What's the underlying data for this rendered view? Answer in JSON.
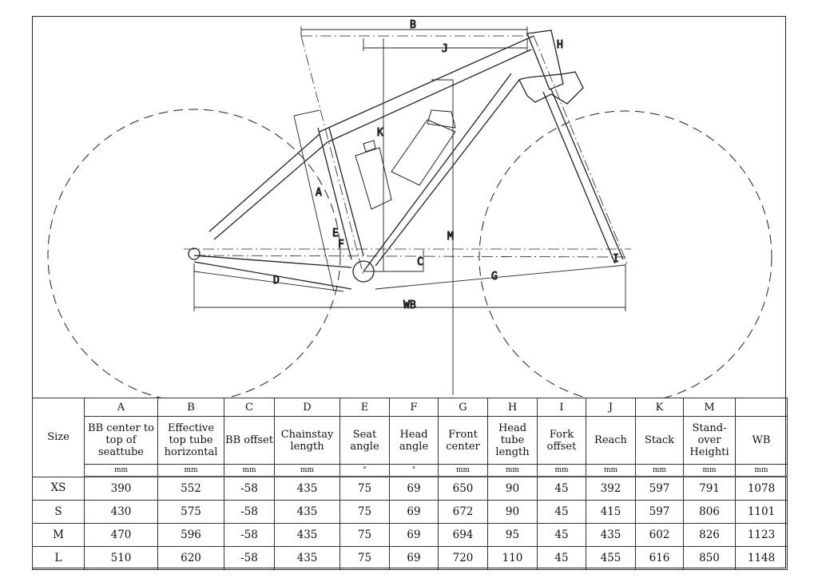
{
  "drawing": {
    "dimension_labels": {
      "A": "A",
      "B": "B",
      "C": "C",
      "D": "D",
      "E": "E",
      "F": "F",
      "G": "G",
      "H": "H",
      "I": "I",
      "J": "J",
      "K": "K",
      "M": "M",
      "WB": "WB"
    }
  },
  "table": {
    "size_header": "Size",
    "columns": [
      {
        "letter": "A",
        "desc": "BB center to top of seattube",
        "unit": "mm"
      },
      {
        "letter": "B",
        "desc": "Effective top tube horizontal",
        "unit": "mm"
      },
      {
        "letter": "C",
        "desc": "BB offset",
        "unit": "mm"
      },
      {
        "letter": "D",
        "desc": "Chainstay length",
        "unit": "mm"
      },
      {
        "letter": "E",
        "desc": "Seat angle",
        "unit": "°"
      },
      {
        "letter": "F",
        "desc": "Head angle",
        "unit": "°"
      },
      {
        "letter": "G",
        "desc": "Front center",
        "unit": "mm"
      },
      {
        "letter": "H",
        "desc": "Head tube length",
        "unit": "mm"
      },
      {
        "letter": "I",
        "desc": "Fork offset",
        "unit": "mm"
      },
      {
        "letter": "J",
        "desc": "Reach",
        "unit": "mm"
      },
      {
        "letter": "K",
        "desc": "Stack",
        "unit": "mm"
      },
      {
        "letter": "M",
        "desc": "Stand-over Heighti",
        "unit": "mm"
      },
      {
        "letter": "",
        "desc": "WB",
        "unit": "mm"
      }
    ],
    "rows": [
      {
        "size": "XS",
        "values": [
          "390",
          "552",
          "-58",
          "435",
          "75",
          "69",
          "650",
          "90",
          "45",
          "392",
          "597",
          "791",
          "1078"
        ]
      },
      {
        "size": "S",
        "values": [
          "430",
          "575",
          "-58",
          "435",
          "75",
          "69",
          "672",
          "90",
          "45",
          "415",
          "597",
          "806",
          "1101"
        ]
      },
      {
        "size": "M",
        "values": [
          "470",
          "596",
          "-58",
          "435",
          "75",
          "69",
          "694",
          "95",
          "45",
          "435",
          "602",
          "826",
          "1123"
        ]
      },
      {
        "size": "L",
        "values": [
          "510",
          "620",
          "-58",
          "435",
          "75",
          "69",
          "720",
          "110",
          "45",
          "455",
          "616",
          "850",
          "1148"
        ]
      }
    ]
  }
}
